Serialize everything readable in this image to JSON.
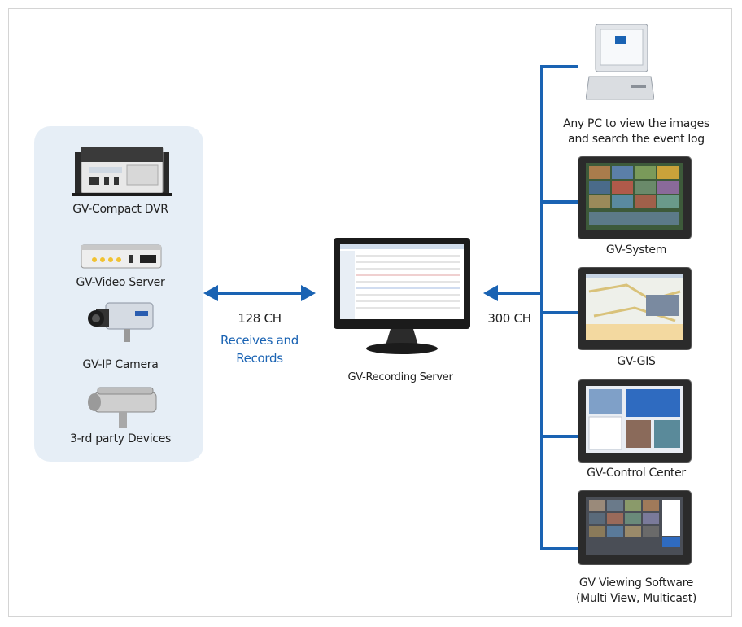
{
  "left_devices": [
    {
      "label": "GV-Compact DVR",
      "icon": "dvr-icon"
    },
    {
      "label": "GV-Video Server",
      "icon": "video-server-icon"
    },
    {
      "label": "GV-IP Camera",
      "icon": "ip-camera-icon"
    },
    {
      "label": "3-rd party Devices",
      "icon": "outdoor-camera-icon"
    }
  ],
  "left_link": {
    "channels": "128 CH",
    "action_line1": "Receives and",
    "action_line2": "Records"
  },
  "server": {
    "label": "GV-Recording Server",
    "icon": "recording-server-monitor-icon"
  },
  "right_link": {
    "channels": "300 CH"
  },
  "right_clients": [
    {
      "label_line1": "Any PC to view the images",
      "label_line2": "and search the event log",
      "icon": "desktop-pc-icon"
    },
    {
      "label_line1": "GV-System",
      "icon": "gv-system-monitor-icon"
    },
    {
      "label_line1": "GV-GIS",
      "icon": "gv-gis-monitor-icon"
    },
    {
      "label_line1": "GV-Control Center",
      "icon": "gv-control-center-monitor-icon"
    },
    {
      "label_line1": "GV Viewing Software",
      "label_line2": "(Multi View, Multicast)",
      "icon": "gv-viewing-software-monitor-icon"
    }
  ],
  "colors": {
    "arrow": "#1a63b3",
    "panel": "#e6eef6",
    "accent_text": "#1a63b3"
  }
}
